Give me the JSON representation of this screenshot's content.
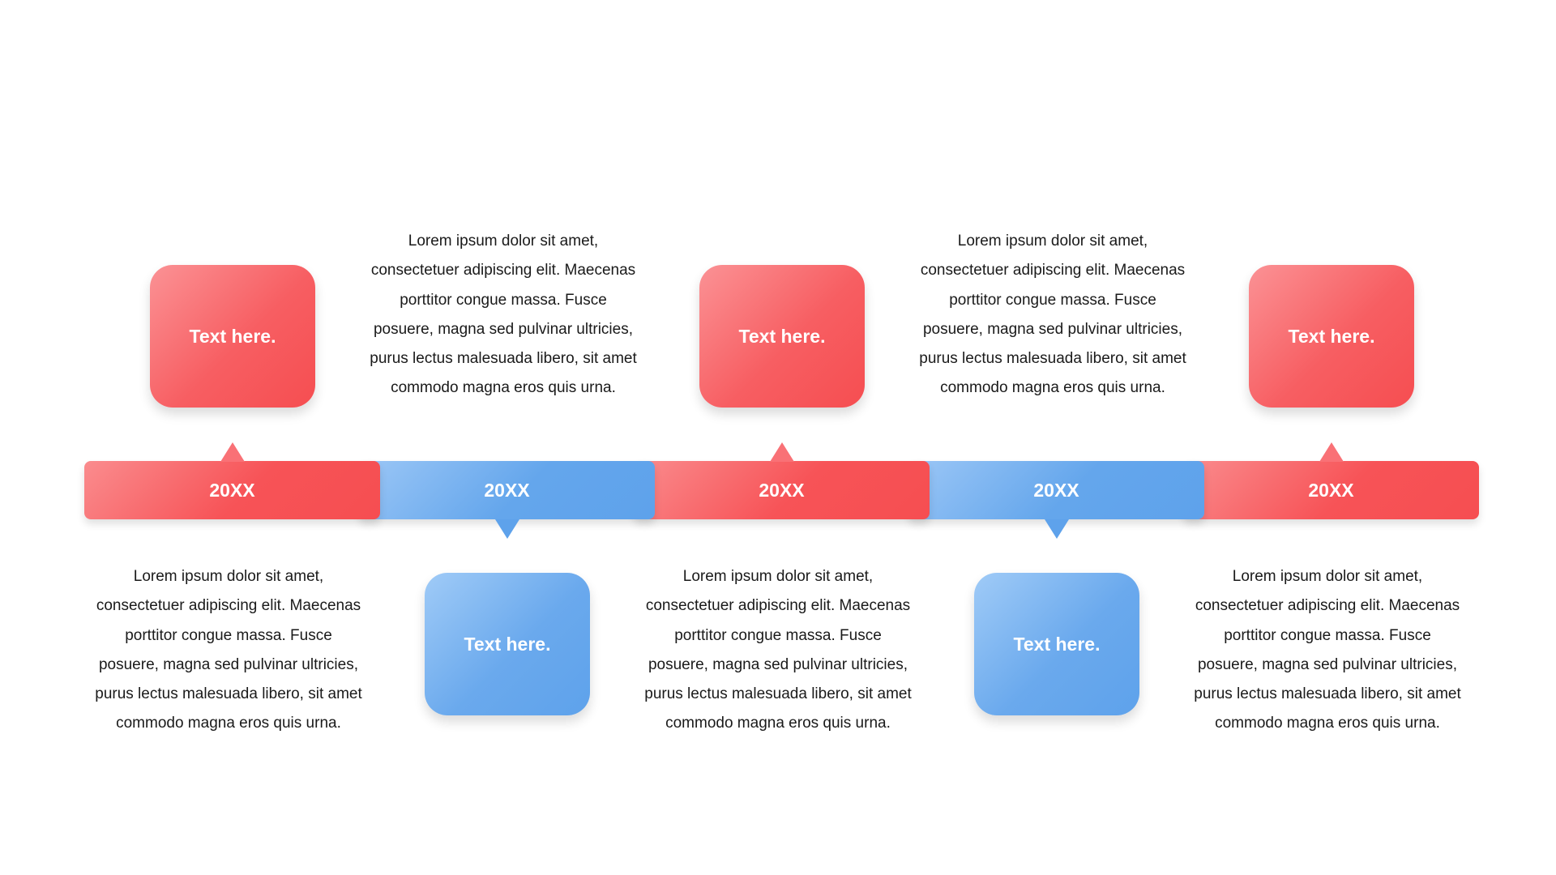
{
  "accent_red": "#f75357",
  "accent_blue": "#5ea2eb",
  "timeline": {
    "milestones": [
      {
        "year": "20XX",
        "color": "red",
        "card_position": "above",
        "card_label": "Text here.",
        "description": "Lorem ipsum dolor sit amet, consectetuer adipiscing elit. Maecenas porttitor congue massa. Fusce posuere, magna sed pulvinar ultricies, purus lectus malesuada libero, sit amet commodo magna eros quis urna."
      },
      {
        "year": "20XX",
        "color": "blue",
        "card_position": "below",
        "card_label": "Text here.",
        "description": "Lorem ipsum dolor sit amet, consectetuer adipiscing elit. Maecenas porttitor congue massa. Fusce posuere, magna sed pulvinar ultricies, purus lectus malesuada libero, sit amet commodo magna eros quis urna."
      },
      {
        "year": "20XX",
        "color": "red",
        "card_position": "above",
        "card_label": "Text here.",
        "description": "Lorem ipsum dolor sit amet, consectetuer adipiscing elit. Maecenas porttitor congue massa. Fusce posuere, magna sed pulvinar ultricies, purus lectus malesuada libero, sit amet commodo magna eros quis urna."
      },
      {
        "year": "20XX",
        "color": "blue",
        "card_position": "below",
        "card_label": "Text here.",
        "description": "Lorem ipsum dolor sit amet, consectetuer adipiscing elit. Maecenas porttitor congue massa. Fusce posuere, magna sed pulvinar ultricies, purus lectus malesuada libero, sit amet commodo magna eros quis urna."
      },
      {
        "year": "20XX",
        "color": "red",
        "card_position": "above",
        "card_label": "Text here.",
        "description": "Lorem ipsum dolor sit amet, consectetuer adipiscing elit. Maecenas porttitor congue massa. Fusce posuere, magna sed pulvinar ultricies, purus lectus malesuada libero, sit amet commodo magna eros quis urna."
      }
    ]
  }
}
